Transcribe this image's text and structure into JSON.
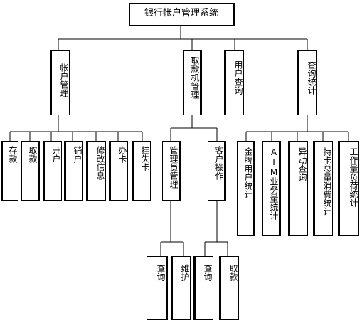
{
  "title": "银行帐户管理系统",
  "level1": {
    "account": "帐户管理",
    "atm": "取款机管理",
    "user_query": "用户查询",
    "stats": "查询统计"
  },
  "account_items": [
    "存款",
    "取款",
    "开户",
    "销户",
    "修改信息",
    "办卡",
    "挂失卡"
  ],
  "atm_items": {
    "admin": "管理员管理",
    "customer": "客户操作"
  },
  "admin_items": [
    "查询",
    "维护"
  ],
  "customer_items": [
    "查询",
    "取款"
  ],
  "stats_items": [
    "金牌用户统计",
    "ATM业务量统计",
    "异动查询",
    "持卡总量消费统计",
    "工作量负荷统计"
  ]
}
